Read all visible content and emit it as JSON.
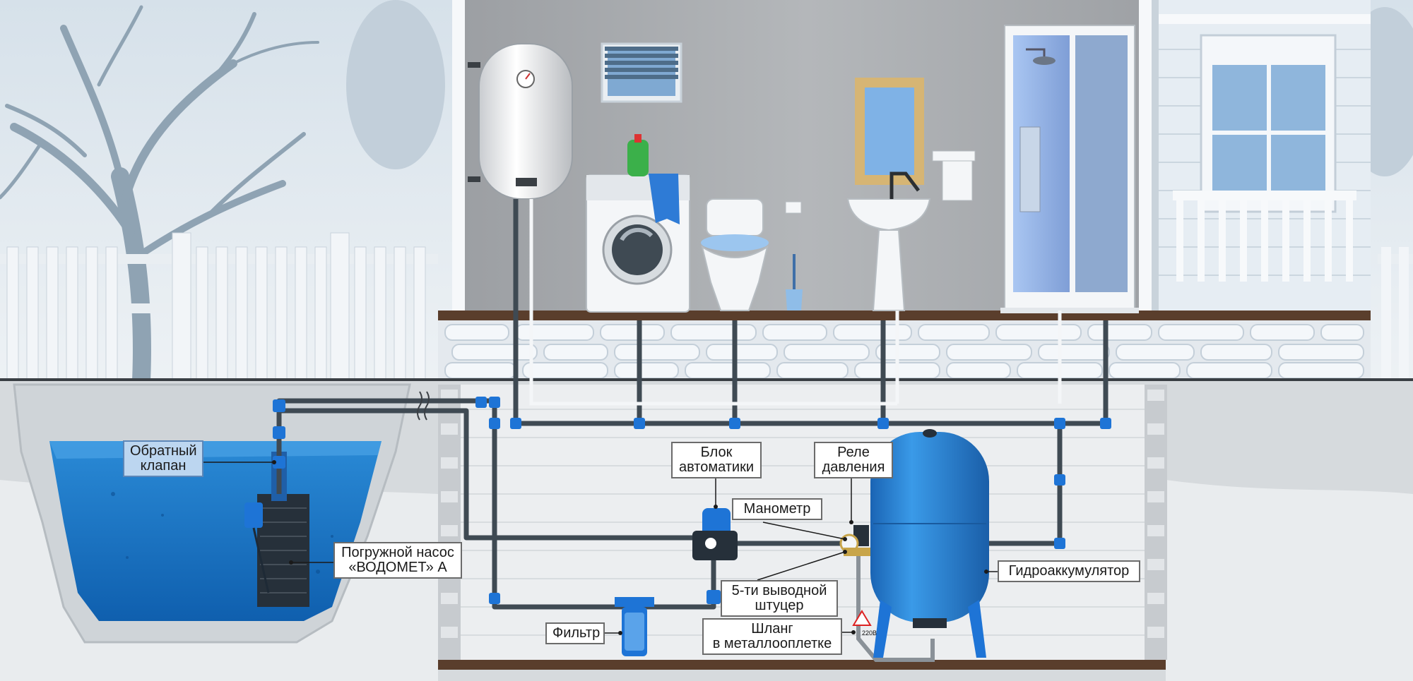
{
  "labels": {
    "check_valve": [
      "Обратный",
      "клапан"
    ],
    "pump": [
      "Погружной насос",
      "«ВОДОМЕТ» А"
    ],
    "automation_block": [
      "Блок",
      "автоматики"
    ],
    "pressure_relay": [
      "Реле",
      "давления"
    ],
    "manometer": [
      "Манометр"
    ],
    "accumulator": [
      "Гидроаккумулятор"
    ],
    "fitting": [
      "5-ти выводной",
      "штуцер"
    ],
    "hose": [
      "Шланг",
      "в металлооплетке"
    ],
    "filter": [
      "Фильтр"
    ]
  },
  "warning_sign_text": "220В",
  "colors": {
    "sky": "#dde6ee",
    "house_wall": "#a7aaae",
    "soil": "#d8dcde",
    "basement": "#e8eaec",
    "water": "#1b76c6",
    "pipe": "#3f4a53",
    "fitting_blue": "#1e74d6",
    "tank_blue": "#2b82d4",
    "foundation": "#5a3e2c",
    "label_blue_bg": "#bcd6f0"
  }
}
